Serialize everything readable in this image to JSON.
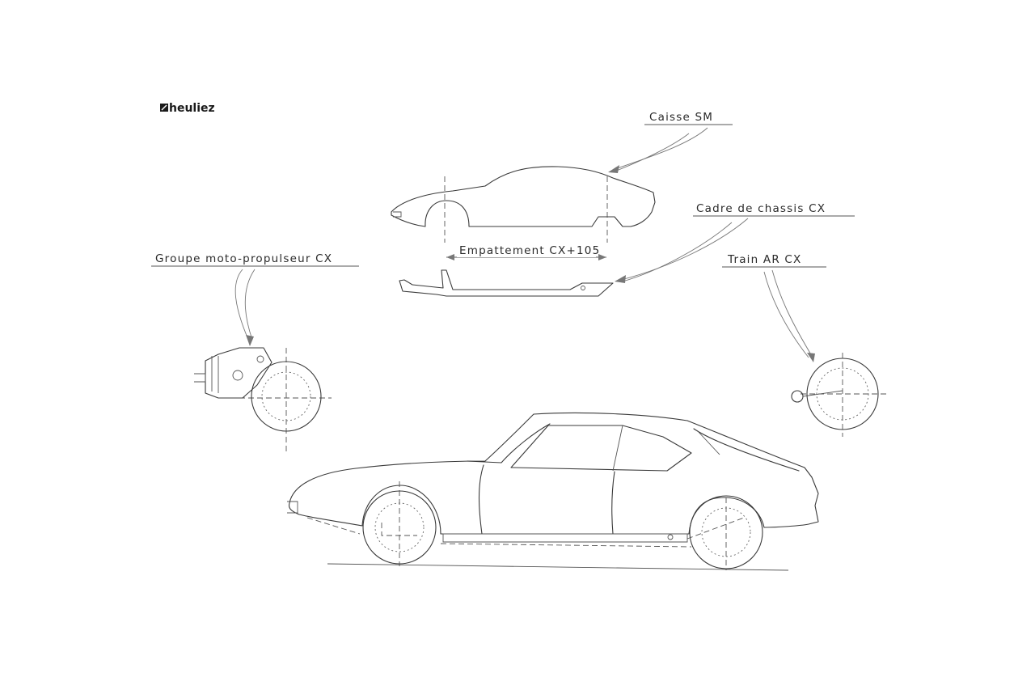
{
  "logo": {
    "text": "heuliez"
  },
  "labels": {
    "caisse": "Caisse SM",
    "cadre": "Cadre de chassis CX",
    "empattement": "Empattement CX+105",
    "groupe": "Groupe moto-propulseur CX",
    "train": "Train AR CX"
  }
}
